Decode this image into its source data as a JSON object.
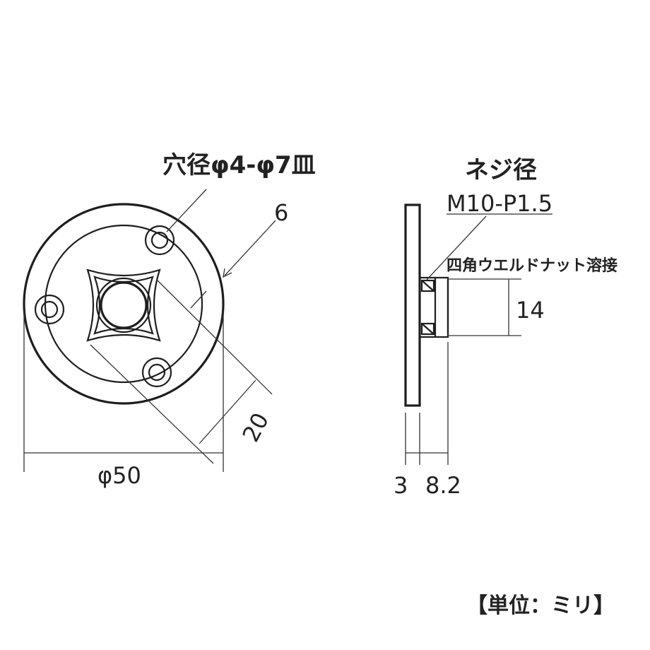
{
  "front_view": {
    "hole_label": "穴径φ4-φ7皿",
    "thickness_label": "6",
    "diagonal_label": "20",
    "diameter_label": "φ50"
  },
  "side_view": {
    "thread_title": "ネジ径",
    "thread_spec": "M10-P1.5",
    "nut_note": "四角ウエルドナット溶接",
    "nut_height_label": "14",
    "plate_thickness_label": "3",
    "nut_length_label": "8.2"
  },
  "unit_note": "【単位：ミリ】"
}
